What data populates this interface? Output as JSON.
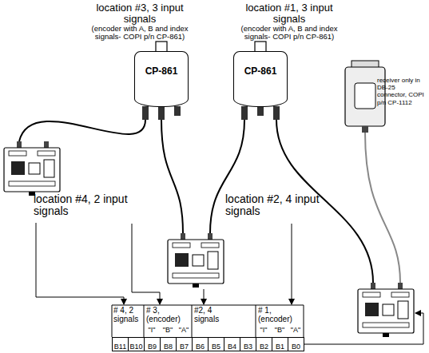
{
  "diagram": {
    "nodes": [
      {
        "text": [
          "CP-861"
        ]
      },
      {
        "text": [
          "CP-861"
        ]
      },
      {
        "text": [
          "B11"
        ]
      },
      {
        "text": [
          "B10"
        ]
      },
      {
        "text": [
          "B9"
        ]
      },
      {
        "text": [
          "B8"
        ]
      },
      {
        "text": [
          "B7"
        ]
      },
      {
        "text": [
          "B6"
        ]
      },
      {
        "text": [
          "B5"
        ]
      },
      {
        "text": [
          "B4"
        ]
      },
      {
        "text": [
          "B3"
        ]
      },
      {
        "text": [
          "B2"
        ]
      },
      {
        "text": [
          "B1"
        ]
      },
      {
        "text": [
          "B0"
        ]
      }
    ],
    "labels": [
      "location #3, 3 input signals",
      "(encoder with A, B and index signals- COPI p/n CP-861)",
      "location #1, 3 input signals",
      "(encoder with A, B and index signals- COPI p/n CP-861)",
      "receiver only in DB-25 connector, COPI p/n CP-1112",
      "location #4, 2 input signals",
      "location #2, 4 input signals",
      "# 4, 2 signals",
      "# 3, (encoder)",
      "#2, 4 signals",
      "# 1, (encoder)",
      "\"I\"",
      "\"B\"",
      "\"A\"",
      "\"I\"",
      "\"B\"",
      "\"A\""
    ]
  }
}
